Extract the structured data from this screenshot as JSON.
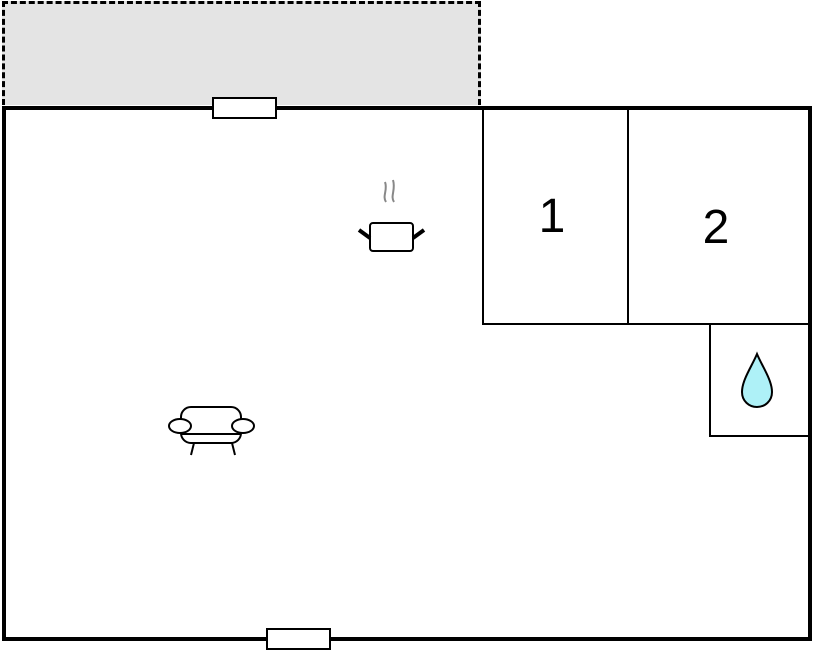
{
  "floor_plan": {
    "areas": {
      "terrace": {
        "label": "",
        "fill": "#e4e4e4",
        "style": "dashed"
      },
      "living_area": {
        "label": ""
      },
      "bedroom_1": {
        "label": "1"
      },
      "bedroom_2": {
        "label": "2"
      },
      "bathroom": {
        "label": ""
      }
    },
    "icons": {
      "kitchen": "cooking-pot-icon",
      "living": "sofa-icon",
      "bathroom": "water-drop-icon"
    },
    "colors": {
      "wall": "#000000",
      "terrace": "#e4e4e4",
      "water": "#aef1f7"
    },
    "windows": [
      {
        "position": "top-wall"
      },
      {
        "position": "bottom-wall"
      }
    ]
  }
}
